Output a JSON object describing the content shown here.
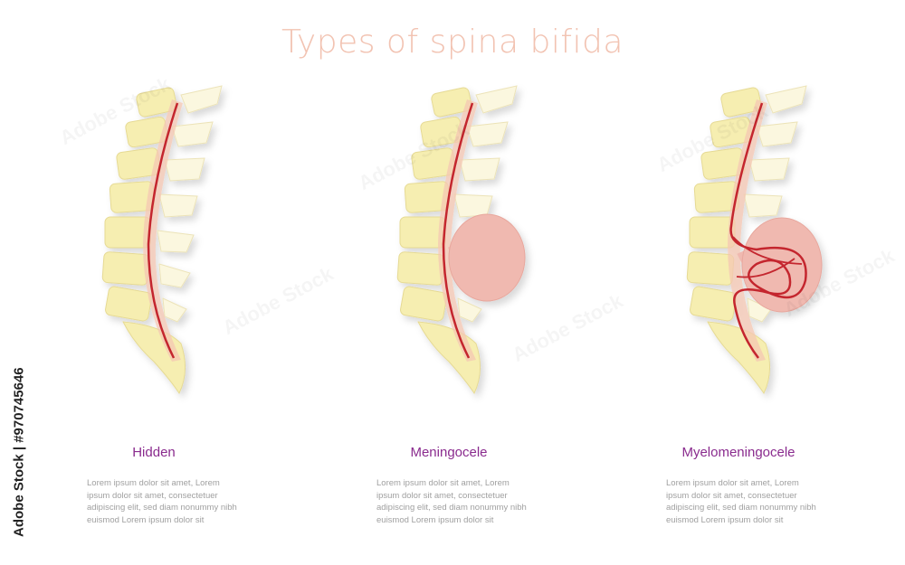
{
  "title": "Types of spina bifida",
  "panels": [
    {
      "label": "Hidden",
      "description": "Lorem ipsum dolor sit amet, Lorem ipsum dolor sit amet, consectetuer adipiscing elit, sed diam nonummy nibh euismod Lorem ipsum dolor sit"
    },
    {
      "label": "Meningocele",
      "description": "Lorem ipsum dolor sit amet, Lorem ipsum dolor sit amet, consectetuer adipiscing elit, sed diam nonummy nibh euismod Lorem ipsum dolor sit"
    },
    {
      "label": "Myelomeningocele",
      "description": "Lorem ipsum dolor sit amet, Lorem ipsum dolor sit amet, consectetuer adipiscing elit, sed diam nonummy nibh euismod Lorem ipsum dolor sit"
    }
  ],
  "watermark": {
    "text": "Adobe Stock | #970745646"
  },
  "colors": {
    "title": "#f2c3b2",
    "label": "#8a2b8e",
    "bone": "#f6eeb1",
    "nerve": "#c4262f",
    "sac": "#f0b9b0"
  }
}
